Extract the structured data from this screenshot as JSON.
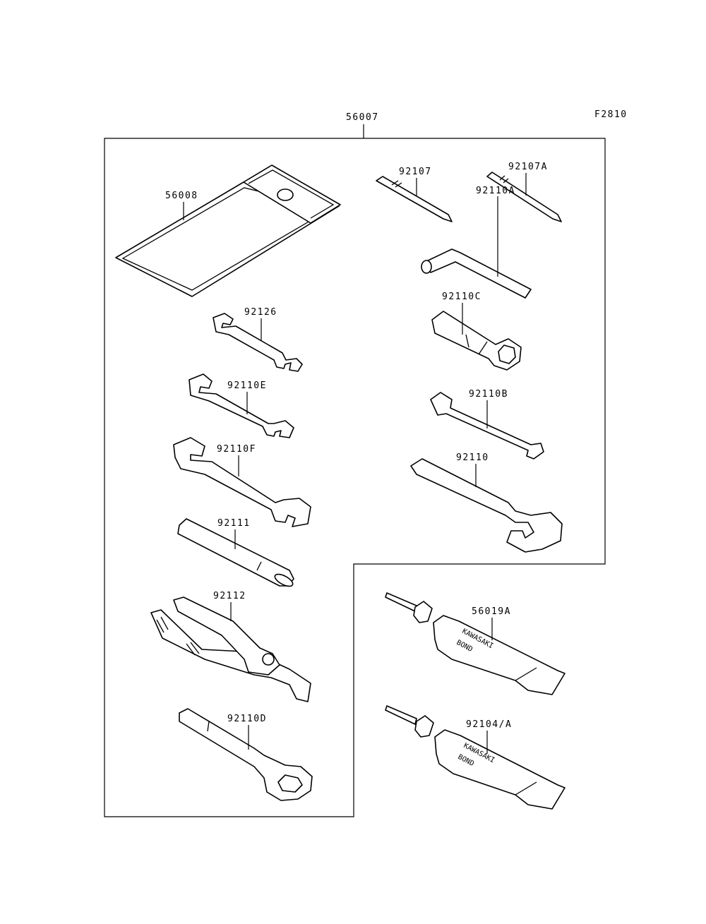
{
  "figure_code": "F2810",
  "assembly_label": "56007",
  "parts": [
    {
      "id": "p56008",
      "label": "56008"
    },
    {
      "id": "p92107",
      "label": "92107"
    },
    {
      "id": "p92107A",
      "label": "92107A"
    },
    {
      "id": "p92110A",
      "label": "92110A"
    },
    {
      "id": "p92126",
      "label": "92126"
    },
    {
      "id": "p92110C",
      "label": "92110C"
    },
    {
      "id": "p92110E",
      "label": "92110E"
    },
    {
      "id": "p92110B",
      "label": "92110B"
    },
    {
      "id": "p92110F",
      "label": "92110F"
    },
    {
      "id": "p92110",
      "label": "92110"
    },
    {
      "id": "p92111",
      "label": "92111"
    },
    {
      "id": "p92112",
      "label": "92112"
    },
    {
      "id": "p56019A",
      "label": "56019A"
    },
    {
      "id": "p92110D",
      "label": "92110D"
    },
    {
      "id": "p92104A",
      "label": "92104/A"
    }
  ],
  "tube_brand": "KAWASAKI",
  "tube_product": "BOND"
}
